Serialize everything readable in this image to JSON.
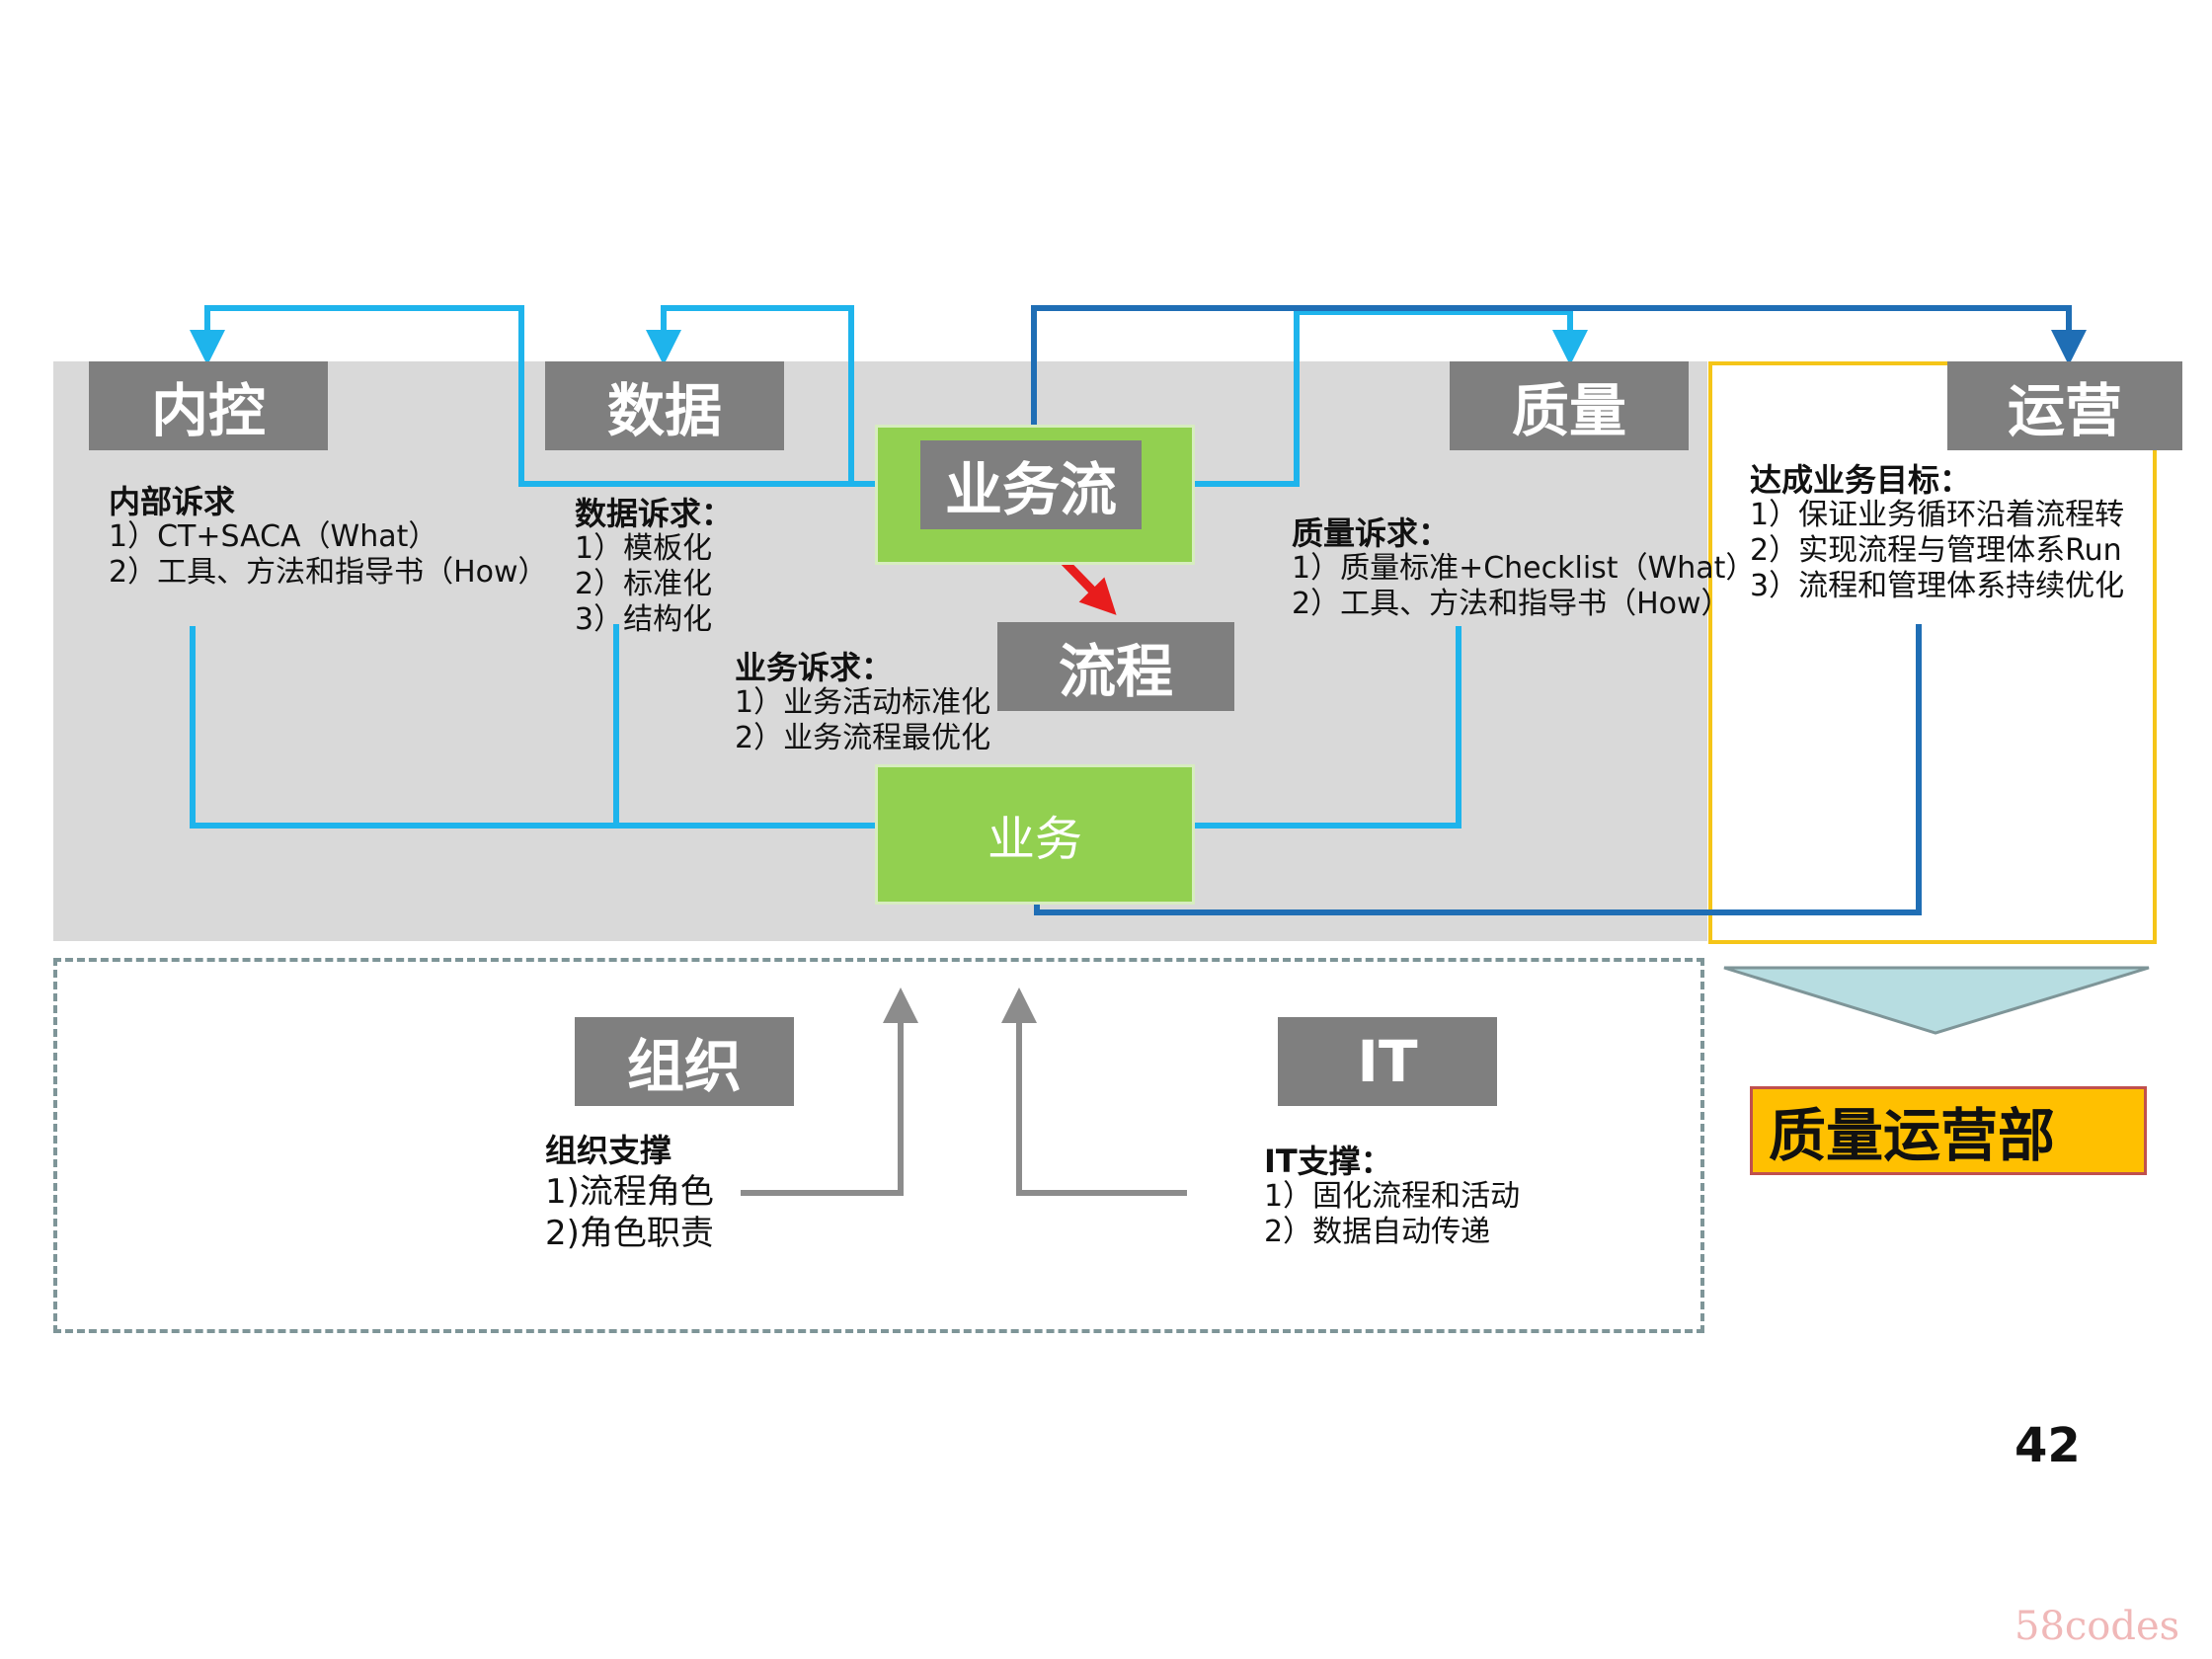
{
  "boxes": {
    "neikong": "内控",
    "shuju": "数据",
    "zhiliang": "质量",
    "yunying": "运营",
    "yewuliu": "业务流",
    "liucheng": "流程",
    "yewu": "业务",
    "zuzhi": "组织",
    "it": "IT"
  },
  "internal_control": {
    "title": "内部诉求",
    "items": [
      "1）CT+SACA（What）",
      "2）工具、方法和指导书（How）"
    ]
  },
  "data_req": {
    "title": "数据诉求：",
    "items": [
      "1）模板化",
      "2）标准化",
      "3）结构化"
    ]
  },
  "quality_req": {
    "title": "质量诉求：",
    "items": [
      "1）质量标准+Checklist（What）",
      "2）工具、方法和指导书（How）"
    ]
  },
  "ops_goal": {
    "title": "达成业务目标：",
    "items": [
      "1）保证业务循环沿着流程转",
      "2）实现流程与管理体系Run",
      "3）流程和管理体系持续优化"
    ]
  },
  "biz_req": {
    "title": "业务诉求：",
    "items": [
      "1）业务活动标准化",
      "2）业务流程最优化"
    ]
  },
  "org_support": {
    "title": "组织支撑",
    "items": [
      "1)流程角色",
      "2)角色职责"
    ]
  },
  "it_support": {
    "title": "IT支撑：",
    "items": [
      "1）固化流程和活动",
      "2）数据自动传递"
    ]
  },
  "department": "质量运营部",
  "page_number": "42",
  "watermark": "58codes",
  "colors": {
    "light_blue": "#1eb4ec",
    "dark_blue": "#1f6eb5",
    "red_arrow": "#e81c1c",
    "gray_box": "#7f7f7f",
    "green": "#92d050",
    "yellow": "#ffc000",
    "teal_triangle": "#b7dde1"
  }
}
